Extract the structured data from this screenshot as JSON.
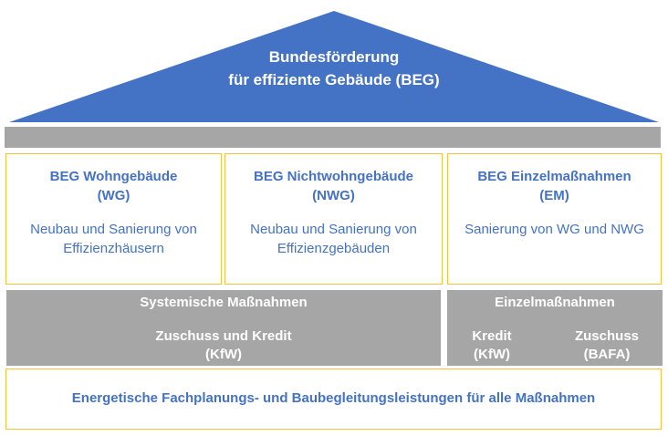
{
  "roof": {
    "line1": "Bundesförderung",
    "line2": "für effiziente Gebäude (BEG)",
    "color": "#4472c4"
  },
  "pillars": [
    {
      "title1": "BEG Wohngebäude",
      "title2": "(WG)",
      "desc1": "Neubau und Sanierung von",
      "desc2": "Effizienzhäusern"
    },
    {
      "title1": "BEG Nichtwohngebäude",
      "title2": "(NWG)",
      "desc1": "Neubau und Sanierung von",
      "desc2": "Effizienzgebäuden"
    },
    {
      "title1": "BEG Einzelmaßnahmen",
      "title2": "(EM)",
      "desc1": "Sanierung von WG und NWG",
      "desc2": ""
    }
  ],
  "measures": {
    "systemic": {
      "title": "Systemische Maßnahmen",
      "line1": "Zuschuss und Kredit",
      "line2": "(KfW)"
    },
    "individual": {
      "title": "Einzelmaßnahmen",
      "a1": "Kredit",
      "a2": "(KfW)",
      "b1": "Zuschuss",
      "b2": "(BAFA)"
    }
  },
  "foundation": {
    "text": "Energetische Fachplanungs- und Baubegleitungsleistungen für alle Maßnahmen"
  },
  "colors": {
    "blue": "#4472c4",
    "gray": "#a6a6a6",
    "border": "#f5c242"
  }
}
